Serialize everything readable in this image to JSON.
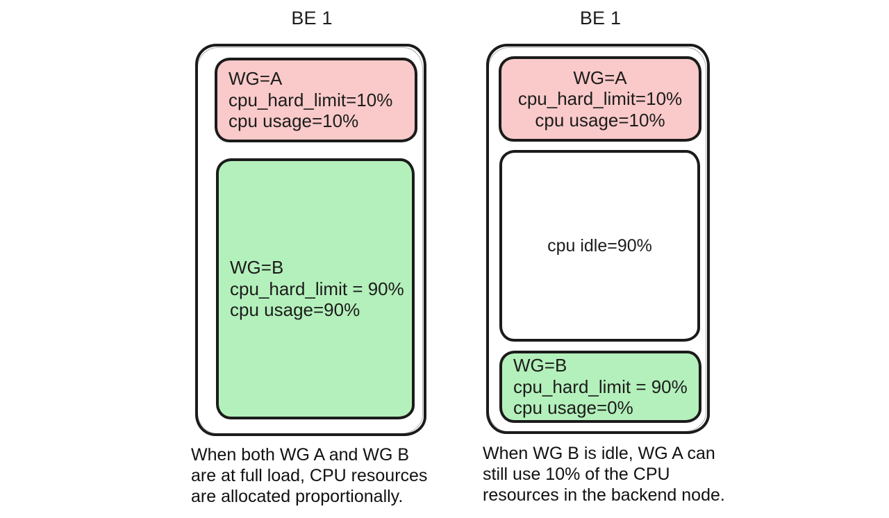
{
  "diagram": {
    "title_left": "BE 1",
    "title_right": "BE 1",
    "colors": {
      "pink_fill": "#fac9c9",
      "green_fill": "#b4f0bb",
      "white_fill": "#ffffff",
      "stroke": "#1b1b1b",
      "text": "#1c1c1c"
    }
  },
  "panels": [
    {
      "id": "left",
      "title": "BE 1",
      "boxes": [
        {
          "id": "wg-a",
          "fill": "pink",
          "align": "left",
          "lines": [
            "WG=A",
            "cpu_hard_limit=10%",
            "cpu usage=10%"
          ],
          "workgroup": "A",
          "cpu_hard_limit": "10%",
          "cpu_usage": "10%"
        },
        {
          "id": "wg-b",
          "fill": "green",
          "align": "left",
          "lines": [
            "WG=B",
            "cpu_hard_limit = 90%",
            "cpu usage=90%"
          ],
          "workgroup": "B",
          "cpu_hard_limit": "90%",
          "cpu_usage": "90%"
        }
      ],
      "caption": "When both WG A and WG B\nare at full load, CPU resources\nare allocated proportionally."
    },
    {
      "id": "right",
      "title": "BE 1",
      "boxes": [
        {
          "id": "wg-a",
          "fill": "pink",
          "align": "center",
          "lines": [
            "WG=A",
            "cpu_hard_limit=10%",
            "cpu usage=10%"
          ],
          "workgroup": "A",
          "cpu_hard_limit": "10%",
          "cpu_usage": "10%"
        },
        {
          "id": "cpu-idle",
          "fill": "white",
          "align": "center",
          "lines": [
            "cpu idle=90%"
          ],
          "cpu_idle": "90%"
        },
        {
          "id": "wg-b",
          "fill": "green",
          "align": "left",
          "lines": [
            "WG=B",
            "cpu_hard_limit = 90%",
            "cpu usage=0%"
          ],
          "workgroup": "B",
          "cpu_hard_limit": "90%",
          "cpu_usage": "0%"
        }
      ],
      "caption": "When WG B is idle, WG A can\nstill use 10% of the CPU\nresources in the backend node."
    }
  ]
}
